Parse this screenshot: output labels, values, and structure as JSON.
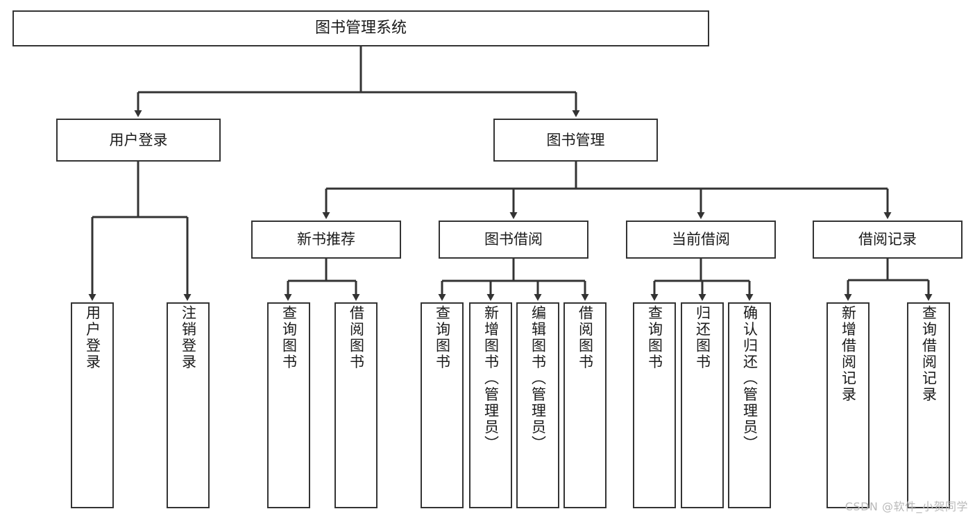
{
  "diagram": {
    "title": "图书管理系统",
    "type": "tree-hierarchy",
    "watermark": "CSDN @软件_小贺同学",
    "colors": {
      "background": "#ffffff",
      "node_border": "#333333",
      "node_fill": "#ffffff",
      "connector": "#333333",
      "text": "#1a1a1a",
      "watermark": "#b9b9b9"
    },
    "nodes": {
      "root": {
        "label": "图书管理系统"
      },
      "level2": [
        {
          "label": "用户登录"
        },
        {
          "label": "图书管理"
        }
      ],
      "level3": [
        {
          "label": "新书推荐"
        },
        {
          "label": "图书借阅"
        },
        {
          "label": "当前借阅"
        },
        {
          "label": "借阅记录"
        }
      ],
      "leaves": {
        "user_login": [
          {
            "label": "用户登录"
          },
          {
            "label": "注销登录"
          }
        ],
        "new_book": [
          {
            "label": "查询图书"
          },
          {
            "label": "借阅图书"
          }
        ],
        "book_borrow": [
          {
            "label": "查询图书"
          },
          {
            "label": "新增图书（管理员）"
          },
          {
            "label": "编辑图书（管理员）"
          },
          {
            "label": "借阅图书"
          }
        ],
        "current_borrow": [
          {
            "label": "查询图书"
          },
          {
            "label": "归还图书"
          },
          {
            "label": "确认归还（管理员）"
          }
        ],
        "borrow_record": [
          {
            "label": "新增借阅记录"
          },
          {
            "label": "查询借阅记录"
          }
        ]
      }
    }
  }
}
